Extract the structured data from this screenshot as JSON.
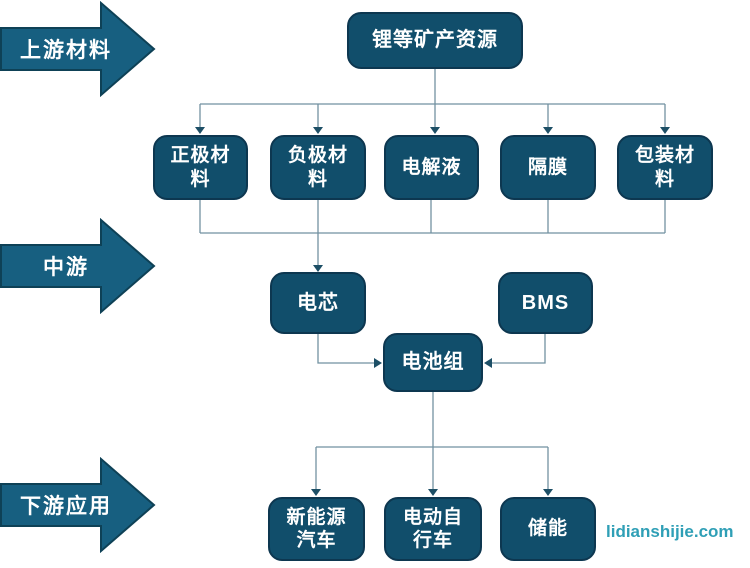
{
  "stages": {
    "upstream": {
      "label": "上游材料"
    },
    "midstream": {
      "label": "中游"
    },
    "downstream": {
      "label": "下游应用"
    }
  },
  "nodes": {
    "mineral": {
      "label": "锂等矿产资源"
    },
    "cathode": {
      "label": "正极材料"
    },
    "anode": {
      "label": "负极材料"
    },
    "electrolyte": {
      "label": "电解液"
    },
    "separator": {
      "label": "隔膜"
    },
    "packaging": {
      "label": "包装材料"
    },
    "cell": {
      "label": "电芯"
    },
    "bms": {
      "label": "BMS"
    },
    "pack": {
      "label": "电池组"
    },
    "ev": {
      "label": "新能源汽车"
    },
    "ebike": {
      "label": "电动自行车"
    },
    "storage": {
      "label": "储能"
    }
  },
  "edges": [
    {
      "from": "mineral",
      "to": "cathode"
    },
    {
      "from": "mineral",
      "to": "anode"
    },
    {
      "from": "mineral",
      "to": "electrolyte"
    },
    {
      "from": "mineral",
      "to": "separator"
    },
    {
      "from": "mineral",
      "to": "packaging"
    },
    {
      "from": "cathode",
      "to": "cell"
    },
    {
      "from": "anode",
      "to": "cell"
    },
    {
      "from": "electrolyte",
      "to": "cell"
    },
    {
      "from": "separator",
      "to": "cell"
    },
    {
      "from": "packaging",
      "to": "cell"
    },
    {
      "from": "cell",
      "to": "pack"
    },
    {
      "from": "bms",
      "to": "pack"
    },
    {
      "from": "pack",
      "to": "ev"
    },
    {
      "from": "pack",
      "to": "ebike"
    },
    {
      "from": "pack",
      "to": "storage"
    }
  ],
  "watermark": {
    "text": "lidianshijie.com"
  },
  "colors": {
    "node_fill": "#114e6b",
    "node_border": "#0d3750",
    "stage_arrow_fill": "#175f80",
    "stage_arrow_border": "#0e4156",
    "connector_line": "#7291a1",
    "arrowhead": "#1d4f66",
    "label_text": "#ffffff",
    "watermark_text": "#2f9fb6",
    "background": "#ffffff"
  }
}
